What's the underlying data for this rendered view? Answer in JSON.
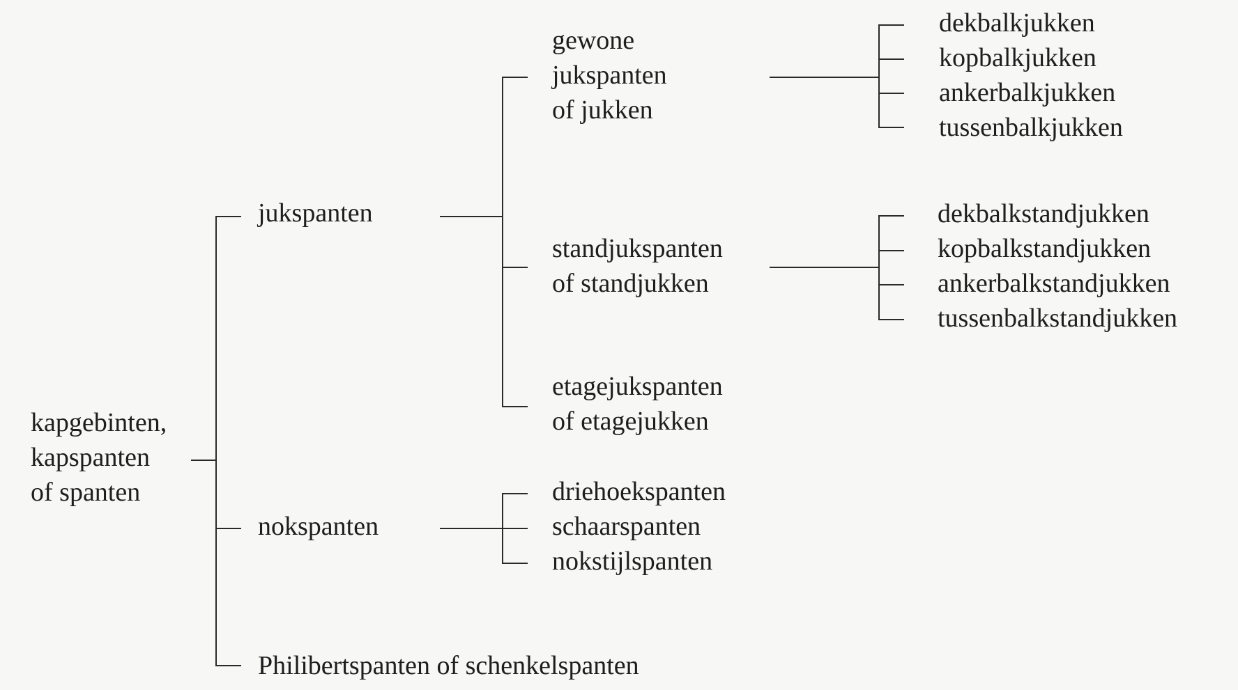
{
  "root": {
    "lines": [
      "kapgebinten,",
      "kapspanten",
      "of spanten"
    ]
  },
  "level1": {
    "jukspanten": "jukspanten",
    "nokspanten": "nokspanten",
    "philibert": "Philibertspanten of schenkelspanten"
  },
  "jukspanten_children": {
    "gewone": [
      "gewone",
      "jukspanten",
      "of jukken"
    ],
    "stand": [
      "standjukspanten",
      "of standjukken"
    ],
    "etage": [
      "etagejukspanten",
      "of etagejukken"
    ]
  },
  "nokspanten_children": [
    "driehoekspanten",
    "schaarspanten",
    "nokstijlspanten"
  ],
  "gewone_leaves": [
    "dekbalkjukken",
    "kopbalkjukken",
    "ankerbalkjukken",
    "tussenbalkjukken"
  ],
  "stand_leaves": [
    "dekbalkstandjukken",
    "kopbalkstandjukken",
    "ankerbalkstandjukken",
    "tussenbalkstandjukken"
  ]
}
